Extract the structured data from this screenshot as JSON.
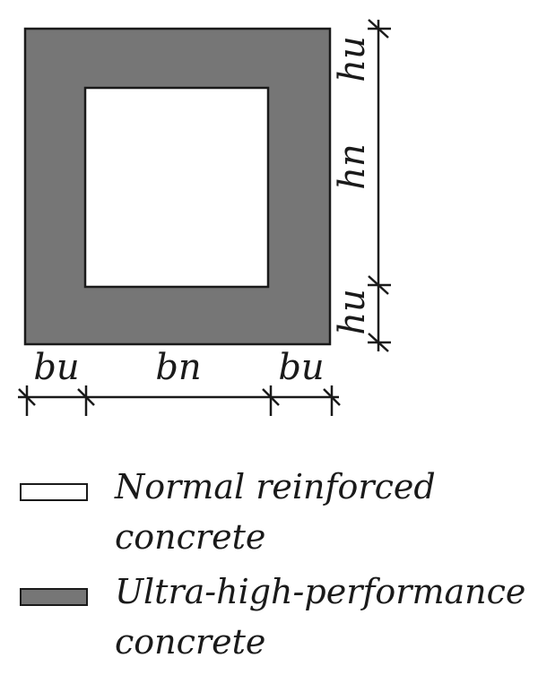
{
  "dimensions": {
    "hu_top": "hu",
    "hn": "hn",
    "hu_bottom": "hu",
    "bu_left": "bu",
    "bn": "bn",
    "bu_right": "bu"
  },
  "colors": {
    "uhpc": "#767676",
    "normal_concrete": "#ffffff",
    "ink": "#1a1a1a"
  },
  "legend": {
    "items": [
      {
        "line1": "Normal reinforced",
        "line2": "concrete",
        "color": "#ffffff"
      },
      {
        "line1": "Ultra-high-performance",
        "line2": "concrete",
        "color": "#767676"
      }
    ]
  }
}
